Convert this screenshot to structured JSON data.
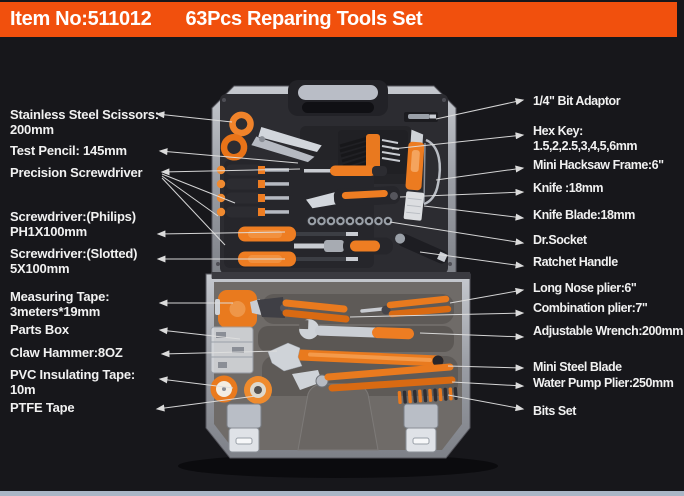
{
  "banner": {
    "item_no": "Item No:511012",
    "title": "63Pcs Reparing Tools Set"
  },
  "labels": {
    "left": [
      {
        "text": "Stainless Steel Scissors:\n200mm"
      },
      {
        "text": "Test Pencil: 145mm"
      },
      {
        "text": "Precision Screwdriver"
      },
      {
        "text": "Screwdriver:(Philips)\nPH1X100mm"
      },
      {
        "text": "Screwdriver:(Slotted)\n5X100mm"
      },
      {
        "text": "Measuring Tape:\n3meters*19mm"
      },
      {
        "text": "Parts Box"
      },
      {
        "text": "Claw Hammer:8OZ"
      },
      {
        "text": "PVC Insulating Tape:\n10m"
      },
      {
        "text": "PTFE Tape"
      }
    ],
    "right": [
      {
        "text": "1/4\" Bit Adaptor"
      },
      {
        "text": "Hex Key:\n1.5,2,2.5,3,4,5,6mm"
      },
      {
        "text": "Mini Hacksaw Frame:6\""
      },
      {
        "text": "Knife :18mm"
      },
      {
        "text": "Knife Blade:18mm"
      },
      {
        "text": "Dr.Socket"
      },
      {
        "text": "Ratchet Handle"
      },
      {
        "text": "Long Nose plier:6\""
      },
      {
        "text": "Combination plier:7\""
      },
      {
        "text": "Adjustable Wrench:200mm"
      },
      {
        "text": "Mini Steel Blade"
      },
      {
        "text": "Water Pump Plier:250mm"
      },
      {
        "text": "Bits Set"
      }
    ]
  },
  "colors": {
    "banner_bg": "#f1500d",
    "background": "#17171b",
    "label_text": "#f1f1f1",
    "leader_line": "#dfdfdf",
    "tool_orange": "#e97a1e",
    "case_silver": "#b5b8bf",
    "tray_gray": "#6f6b68",
    "bottom_strip": "#aab6c6"
  }
}
